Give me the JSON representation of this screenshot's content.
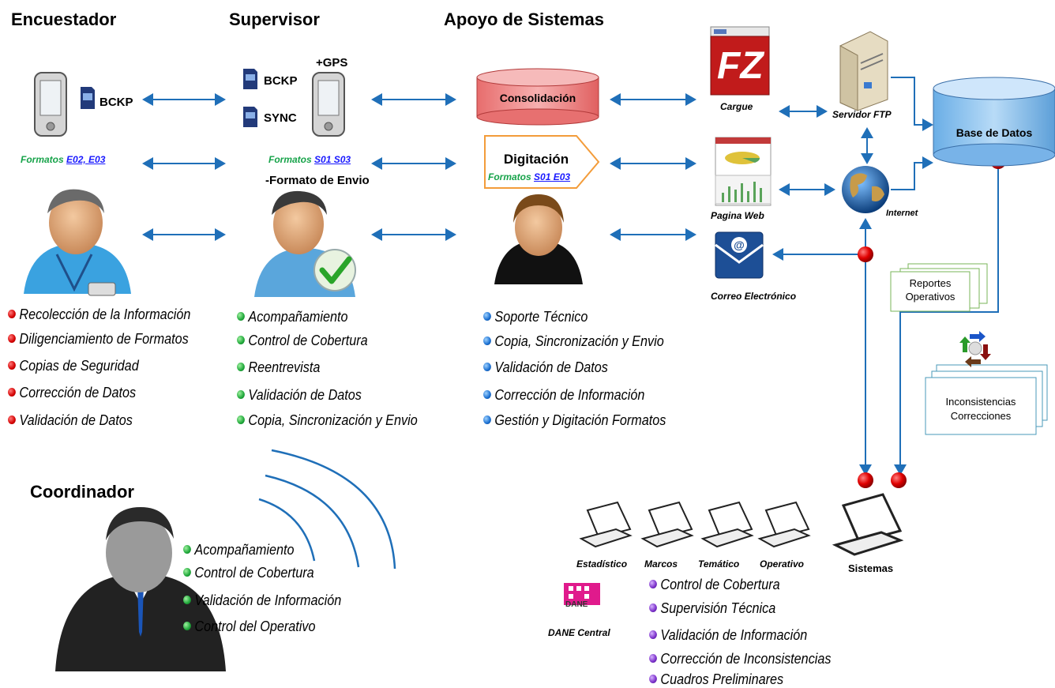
{
  "headings": {
    "encuestador": "Encuestador",
    "supervisor": "Supervisor",
    "apoyo": "Apoyo de Sistemas",
    "coordinador": "Coordinador"
  },
  "encuestador": {
    "bckp": "BCKP",
    "formatos_label": "Formatos",
    "formatos_codes": "E02, E03",
    "tasks": [
      "Recolección de la Información",
      "Diligenciamiento de  Formatos",
      "Copias de Seguridad",
      "Corrección de Datos",
      "Validación de Datos"
    ]
  },
  "supervisor": {
    "bckp": "BCKP",
    "sync": "SYNC",
    "gps": "+GPS",
    "formatos_label": "Formatos",
    "formatos_codes": "S01 S03",
    "envio": "-Formato de Envio",
    "tasks": [
      "Acompañamiento",
      "Control de Cobertura",
      "Reentrevista",
      "Validación de Datos",
      "Copia, Sincronización y Envio"
    ]
  },
  "apoyo": {
    "consolidacion": "Consolidación",
    "digitacion": "Digitación",
    "formatos_label": "Formatos",
    "formatos_codes": "S01 E03",
    "tasks": [
      "Soporte Técnico",
      "Copia, Sincronización y Envio",
      "Validación de Datos",
      "Corrección de Información",
      "Gestión y Digitación Formatos"
    ]
  },
  "coordinador": {
    "tasks": [
      "Acompañamiento",
      "Control de Cobertura",
      "Validación de Información",
      "Control del Operativo"
    ]
  },
  "infra": {
    "cargue": "Cargue",
    "servidor_ftp": "Servidor FTP",
    "base_datos": "Base de Datos",
    "pagina_web": "Pagina Web",
    "internet": "Internet",
    "correo": "Correo Electrónico",
    "ftp_logo": "FZ"
  },
  "docs": {
    "reportes": "Reportes Operativos",
    "inconsistencias": "Inconsistencias Correcciones"
  },
  "dane": {
    "logo": "DANE",
    "central": "DANE Central",
    "laptops": [
      "Estadístico",
      "Marcos",
      "Temático",
      "Operativo",
      "Sistemas"
    ],
    "tasks": [
      "Control de Cobertura",
      "Supervisión Técnica",
      "Validación de Información",
      "Corrección de Inconsistencias",
      "Cuadros Preliminares"
    ]
  },
  "colors": {
    "arrow": "#1f6fb8",
    "red_dot": "#d40000",
    "green_dot": "#1fa83a",
    "blue_dot": "#1a6fd1",
    "purple_dot": "#7a2fc9",
    "db_blue": "#8fc3ee",
    "consolidacion_red": "#f08a8a"
  },
  "icons": [
    "pda-icon",
    "sd-card-icon",
    "person-icon",
    "checkmark-icon",
    "filezilla-icon",
    "server-icon",
    "database-icon",
    "globe-icon",
    "email-icon",
    "laptop-icon",
    "webpage-icon",
    "cycle-arrows-icon",
    "signal-waves-icon"
  ]
}
